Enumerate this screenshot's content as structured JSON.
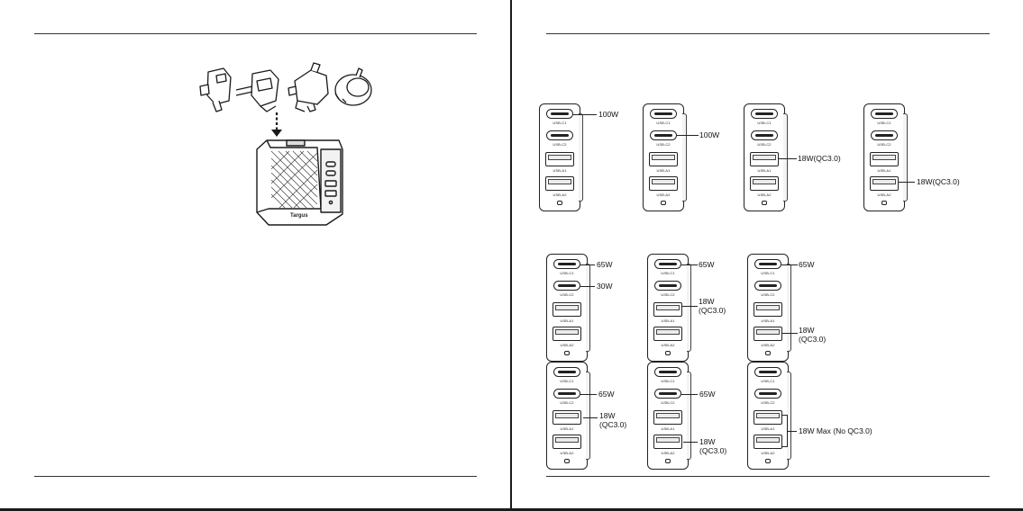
{
  "ports": {
    "c1": "USB-C1",
    "c2": "USB-C2",
    "a1": "USB-A1",
    "a2": "USB-A2"
  },
  "brand": "Targus",
  "callouts": {
    "r1": {
      "d1_c1": "100W",
      "d2_c2": "100W",
      "d3_a1": "18W(QC3.0)",
      "d4_a2": "18W(QC3.0)"
    },
    "r2": {
      "d1_c1": "65W",
      "d1_c2": "30W",
      "d2_c1": "65W",
      "d2_a1_l1": "18W",
      "d2_a1_l2": "(QC3.0)",
      "d3_c1": "65W",
      "d3_a2_l1": "18W",
      "d3_a2_l2": "(QC3.0)"
    },
    "r3": {
      "d1_c2": "65W",
      "d1_a1_l1": "18W",
      "d1_a1_l2": "(QC3.0)",
      "d2_c2": "65W",
      "d2_a2_l1": "18W",
      "d2_a2_l2": "(QC3.0)",
      "d3_a": "18W Max (No QC3.0)"
    }
  },
  "colors": {
    "ink": "#111111",
    "rule": "#333333"
  }
}
